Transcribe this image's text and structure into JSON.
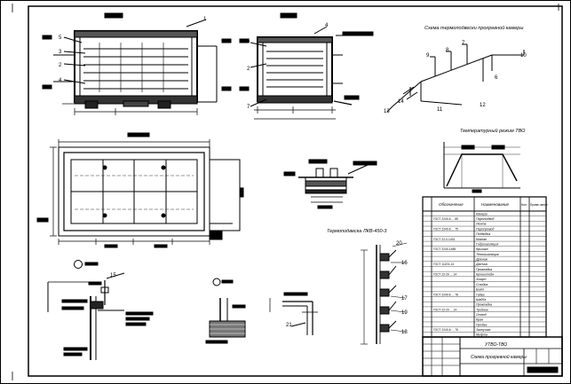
{
  "sheet": {
    "scheme_title": "Схема термоподвески прогревной камеры",
    "temp_chart_title": "Температурный режим ТВО",
    "detail_title": "Термоподвеска ЛКВ-450-3",
    "spec_col_designation": "Обозначение",
    "spec_col_name": "Наименование",
    "spec_col_qty": "Кол.",
    "spec_col_note": "Приме-чание",
    "stamp_code": "УТВО-ТВО",
    "stamp_title": "Схема прогревной камеры"
  },
  "spec_rows": [
    {
      "designation": "",
      "name": "Камера"
    },
    {
      "designation": "ГОСТ 2240-6 ... 85",
      "name": "Пароподвод"
    },
    {
      "designation": "",
      "name": "Лента"
    },
    {
      "designation": "ГОСТ 2240-6 ... 75",
      "name": "Паропровод"
    },
    {
      "designation": "",
      "name": "Подводка"
    },
    {
      "designation": "ГОСТ 22-0-1401",
      "name": "Клапан"
    },
    {
      "designation": "",
      "name": "Гидроизоляция"
    },
    {
      "designation": "ГОСТ 2240-1488",
      "name": "Крышка"
    },
    {
      "designation": "",
      "name": "Теплоизоляция"
    },
    {
      "designation": "",
      "name": "Дренаж"
    },
    {
      "designation": "ГОСТ 11201-14",
      "name": "Датчик"
    },
    {
      "designation": "",
      "name": "Прокладка"
    },
    {
      "designation": "ГОСТ 22-20 ... 14",
      "name": "Кронштейн"
    },
    {
      "designation": "",
      "name": "Хомут"
    },
    {
      "designation": "",
      "name": "Стойка"
    },
    {
      "designation": "",
      "name": "Болт"
    },
    {
      "designation": "ГОСТ 2240-6 ... 78",
      "name": "Гайка"
    },
    {
      "designation": "",
      "name": "Шайба"
    },
    {
      "designation": "",
      "name": "Прокладка"
    },
    {
      "designation": "ГОСТ 22-20 ... 14",
      "name": "Тройник"
    },
    {
      "designation": "",
      "name": "Отвод"
    },
    {
      "designation": "",
      "name": "Кран"
    },
    {
      "designation": "",
      "name": "Пробка"
    },
    {
      "designation": "ГОСТ 2240-6 ... 76",
      "name": "Заглушка"
    },
    {
      "designation": "",
      "name": "Муфта"
    }
  ],
  "callouts": {
    "c1": "1",
    "c2": "2",
    "c3": "3",
    "c4": "4",
    "c5": "5",
    "c6": "6",
    "c7": "7",
    "c8": "8",
    "c9": "9",
    "c10": "10",
    "c11": "11",
    "c12": "12",
    "c13": "13",
    "c14": "14",
    "c15": "15",
    "c16": "16",
    "c17": "17",
    "c18": "18",
    "c19": "19",
    "c20": "20",
    "c21": "21"
  }
}
